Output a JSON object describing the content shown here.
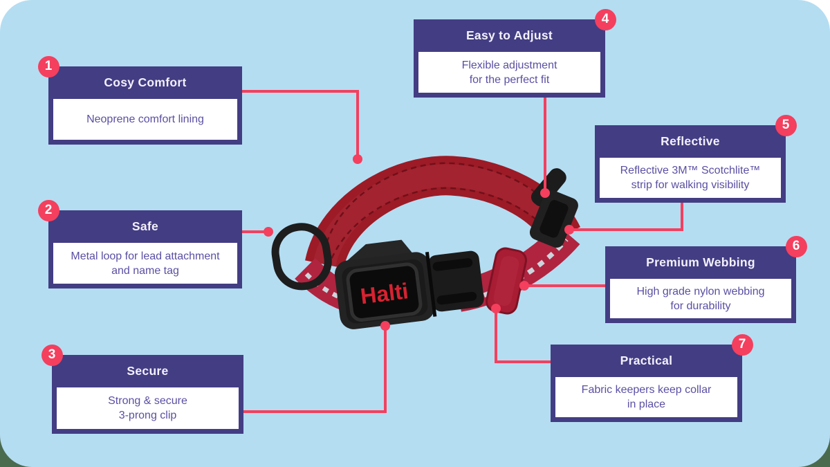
{
  "diagram_type": "product-feature-infographic",
  "product": {
    "brand": "Halti",
    "item": "dog collar"
  },
  "colors": {
    "canvas_blue": "#b4ddf2",
    "outside_top": "#ffffff",
    "outside_bottom": "#4a6b4e",
    "box_purple": "#433d83",
    "body_text_purple": "#5a4fa3",
    "accent_pink": "#f43f5e",
    "collar_red": "#9c1b26",
    "webbing_crimson": "#b02440",
    "reflective_gray": "#ccd5dc",
    "buckle_black": "#202020",
    "logo_red": "#d62231"
  },
  "callouts": [
    {
      "number": "1",
      "title": "Cosy Comfort",
      "body": "Neoprene comfort lining"
    },
    {
      "number": "2",
      "title": "Safe",
      "body": "Metal loop for lead attachment\nand name tag"
    },
    {
      "number": "3",
      "title": "Secure",
      "body": "Strong & secure\n3-prong clip"
    },
    {
      "number": "4",
      "title": "Easy to Adjust",
      "body": "Flexible adjustment\nfor the perfect fit"
    },
    {
      "number": "5",
      "title": "Reflective",
      "body": "Reflective 3M™ Scotchlite™\nstrip for walking visibility"
    },
    {
      "number": "6",
      "title": "Premium Webbing",
      "body": "High grade nylon webbing\nfor durability"
    },
    {
      "number": "7",
      "title": "Practical",
      "body": "Fabric keepers keep collar\nin place"
    }
  ]
}
